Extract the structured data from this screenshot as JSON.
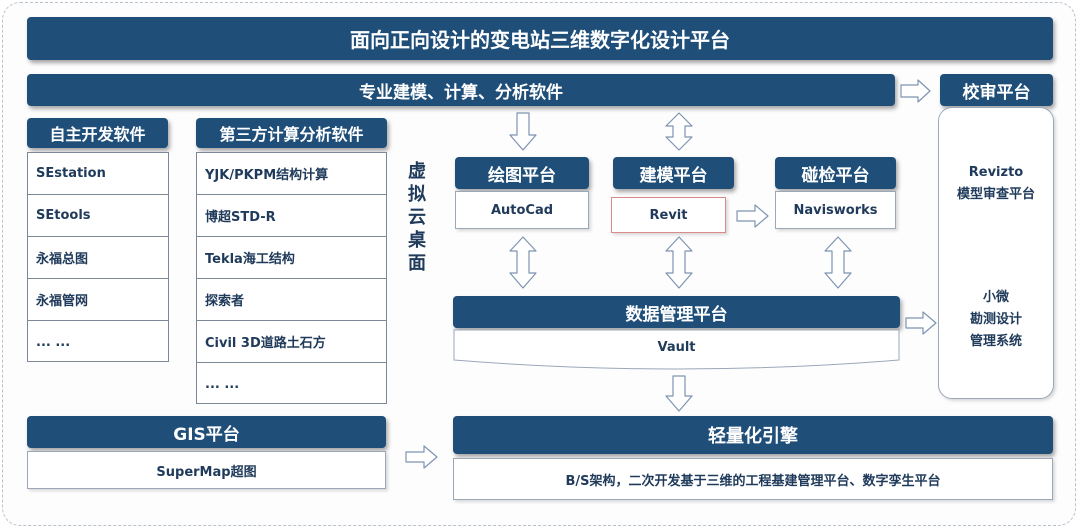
{
  "title": "面向正向设计的变电站三维数字化设计平台",
  "software_bar": "专业建模、计算、分析软件",
  "review": {
    "title": "校审平台",
    "revizto_name": "Revizto",
    "revizto_desc": "模型审查平台",
    "mini_line1": "小微",
    "mini_line2": "勘测设计",
    "mini_line3": "管理系统"
  },
  "self_dev": {
    "title": "自主开发软件",
    "items": [
      "SEstation",
      "SEtools",
      "永福总图",
      "永福管网",
      "... ..."
    ]
  },
  "third_party": {
    "title": "第三方计算分析软件",
    "items": [
      "YJK/PKPM结构计算",
      "博超STD-R",
      "Tekla海工结构",
      "探索者",
      "Civil 3D道路土石方",
      "... ..."
    ]
  },
  "virtual_desktop": [
    "虚",
    "拟",
    "云",
    "桌",
    "面"
  ],
  "drawing": {
    "title": "绘图平台",
    "tool": "AutoCad"
  },
  "modeling": {
    "title": "建模平台",
    "tool": "Revit"
  },
  "clash": {
    "title": "碰检平台",
    "tool": "Navisworks"
  },
  "data_mgmt": {
    "title": "数据管理平台",
    "tool": "Vault"
  },
  "gis": {
    "title": "GIS平台",
    "tool": "SuperMap超图"
  },
  "engine": {
    "title": "轻量化引擎",
    "desc": "B/S架构，二次开发基于三维的工程基建管理平台、数字孪生平台"
  }
}
